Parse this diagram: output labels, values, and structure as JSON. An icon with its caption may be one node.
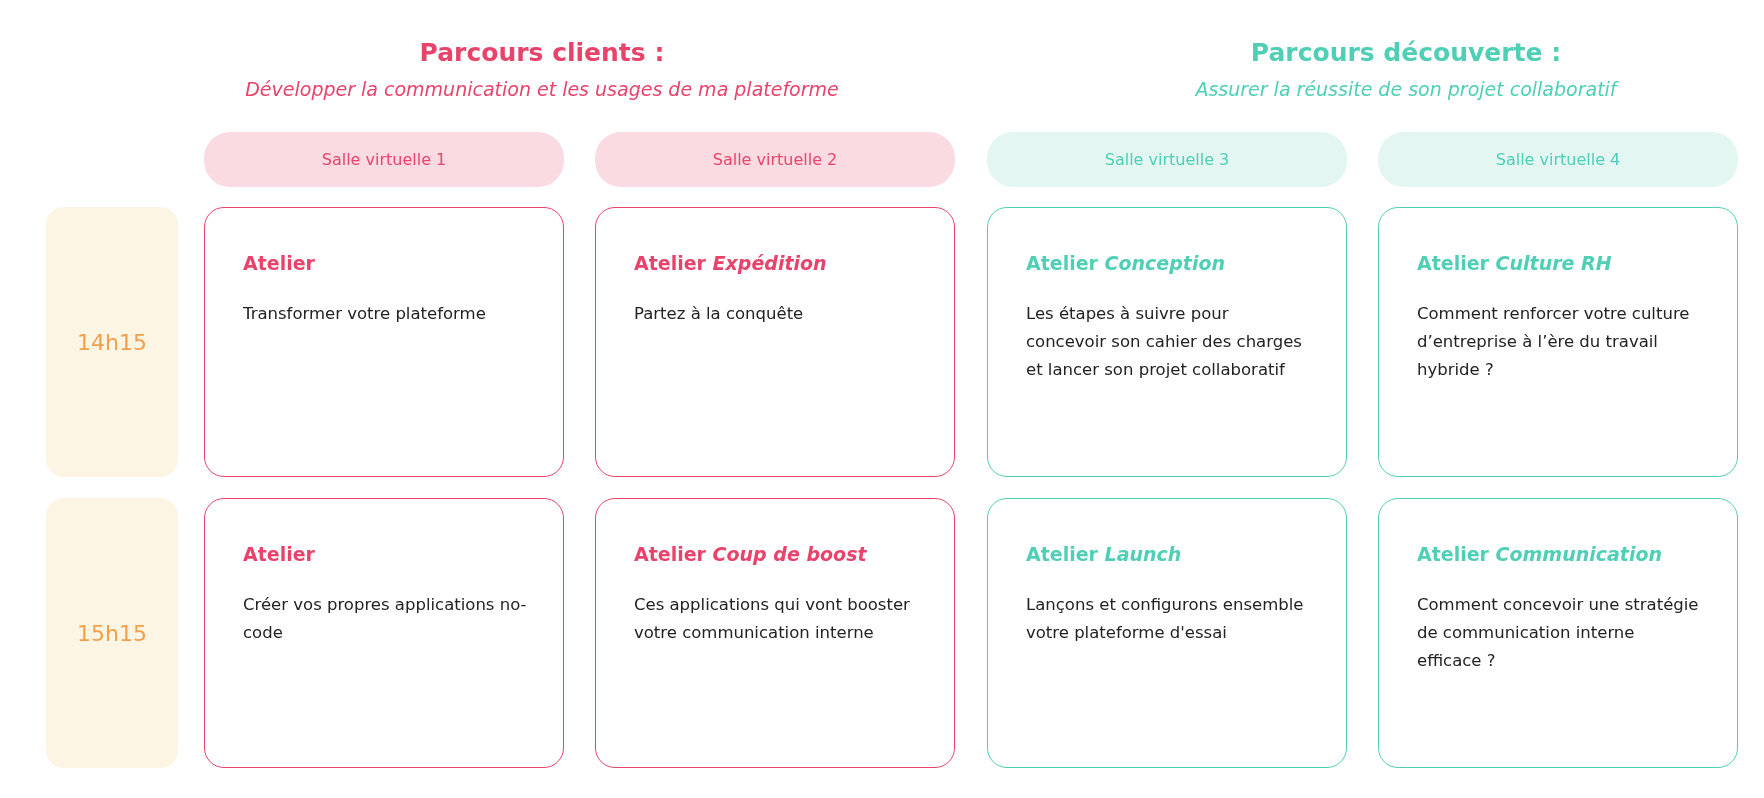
{
  "diagram": {
    "nodes": [
      {
        "text": [
          "Salle virtuelle 1"
        ]
      },
      {
        "text": [
          "Salle virtuelle 2"
        ]
      },
      {
        "text": [
          "Salle virtuelle 3"
        ]
      },
      {
        "text": [
          "Salle virtuelle 4"
        ]
      },
      {
        "text": [
          "14h15"
        ]
      },
      {
        "text": [
          "Atelier",
          "Transformer votre plateforme"
        ]
      },
      {
        "text": [
          "Atelier *Expédition*",
          "Partez à la conquête"
        ]
      },
      {
        "text": [
          "Atelier *Conception*",
          "Les étapes à suivre pour concevoir son cahier des charges et lancer son projet collaboratif"
        ]
      },
      {
        "text": [
          "Atelier *Culture RH*",
          "Comment renforcer votre culture d’entreprise à l’ère du travail hybride ?"
        ]
      },
      {
        "text": [
          "15h15"
        ]
      },
      {
        "text": [
          "Atelier",
          "Créer vos propres applications no-code"
        ]
      },
      {
        "text": [
          "Atelier *Coup de boost*",
          "Ces applications qui vont booster votre communication interne"
        ]
      },
      {
        "text": [
          "Atelier *Launch*",
          "Lançons et configurons ensemble votre plateforme d'essai"
        ]
      },
      {
        "text": [
          "Atelier *Communication*",
          "Comment concevoir une stratégie de communication interne efficace ?"
        ]
      }
    ],
    "edges": [],
    "labels": [
      "Parcours clients :",
      "Développer la communication et les usages de ma plateforme",
      "Parcours découverte :",
      "Assurer la réussite de son projet collaboratif"
    ]
  }
}
